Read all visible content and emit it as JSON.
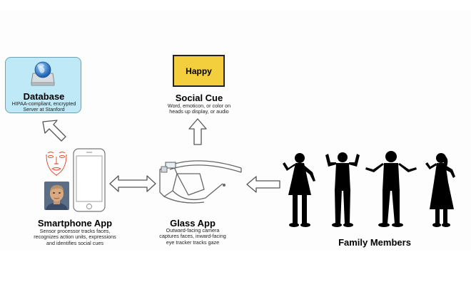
{
  "database": {
    "title": "Database",
    "lines": [
      "HIPAA-compliant, encrypted",
      "Server at Stanford"
    ]
  },
  "social_cue": {
    "box_label": "Happy",
    "title": "Social Cue",
    "lines": [
      "Word, emoticon, or color on",
      "heads up display, or audio"
    ]
  },
  "smartphone": {
    "title": "Smartphone App",
    "lines": [
      "Sensor processor tracks faces,",
      "recognizes action units, expressions",
      "and identifies social cues"
    ]
  },
  "glass": {
    "title": "Glass App",
    "lines": [
      "Outward-facing camera",
      "captures faces, inward-facing",
      "eye tracker tracks gaze"
    ]
  },
  "family": {
    "title": "Family Members"
  },
  "icons": [
    "database-icon",
    "face-landmarks-icon",
    "smartphone-icon",
    "face-photo-icon",
    "glasses-icon",
    "silhouette-icon"
  ],
  "colors": {
    "database_box": "#bfe9f7",
    "happy_box": "#f4cf3d",
    "landmarks": "#e04020",
    "silhouette": "#000000"
  }
}
